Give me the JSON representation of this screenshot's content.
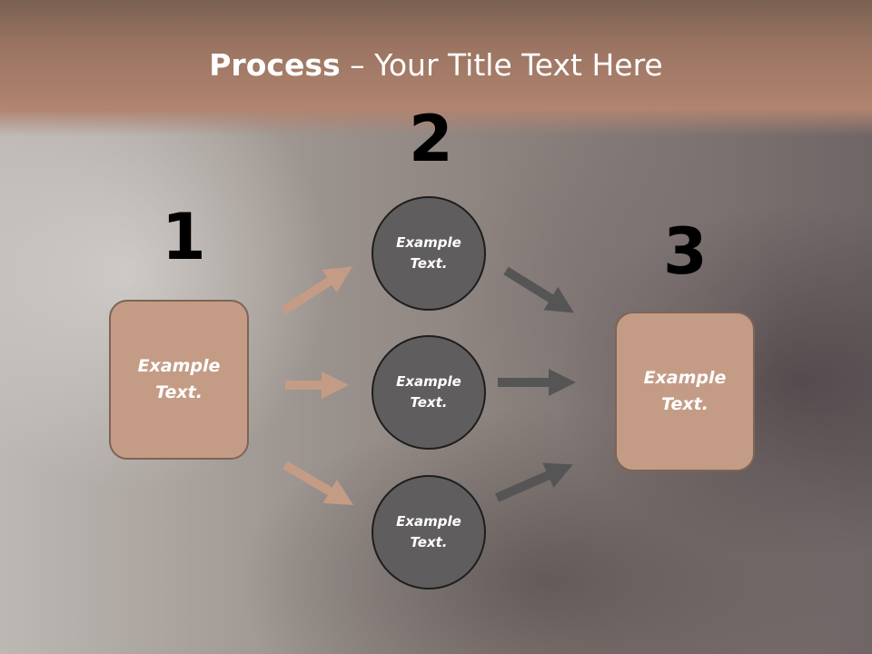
{
  "slide": {
    "title_bold": "Process",
    "title_rest": " – Your Title Text Here"
  },
  "steps": {
    "one": {
      "number": "1",
      "label": "Example\nText."
    },
    "two": {
      "number": "2",
      "circles": [
        {
          "label": "Example\nText."
        },
        {
          "label": "Example\nText."
        },
        {
          "label": "Example\nText."
        }
      ]
    },
    "three": {
      "number": "3",
      "label": "Example\nText."
    }
  },
  "colors": {
    "header": "#9b7562",
    "box_fill": "#c49c86",
    "box_border": "#7e6458",
    "circle_fill": "#5f5d5e",
    "circle_border": "#1e1e1e",
    "arrow_tan": "#c49c86",
    "arrow_dark": "#555555"
  }
}
